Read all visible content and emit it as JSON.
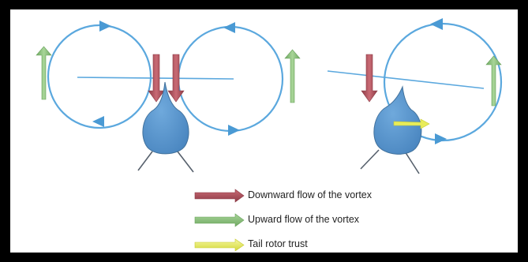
{
  "legend": {
    "downward_flow": "Downward flow of the vortex",
    "upward_flow": "Upward flow of the vortex",
    "tail_rotor_thrust": "Tail rotor trust"
  },
  "colors": {
    "frame": "#000000",
    "panel": "#ffffff",
    "vortex_circle": "#5ba8de",
    "rotor_disc_line": "#5ba8de",
    "helicopter_body": "#5b9bd5",
    "helicopter_outline": "#41719c",
    "downward_arrow": "#b5535f",
    "upward_arrow": "#8cc17a",
    "thrust_arrow": "#e8ec5a",
    "skid_line": "#56606c"
  }
}
